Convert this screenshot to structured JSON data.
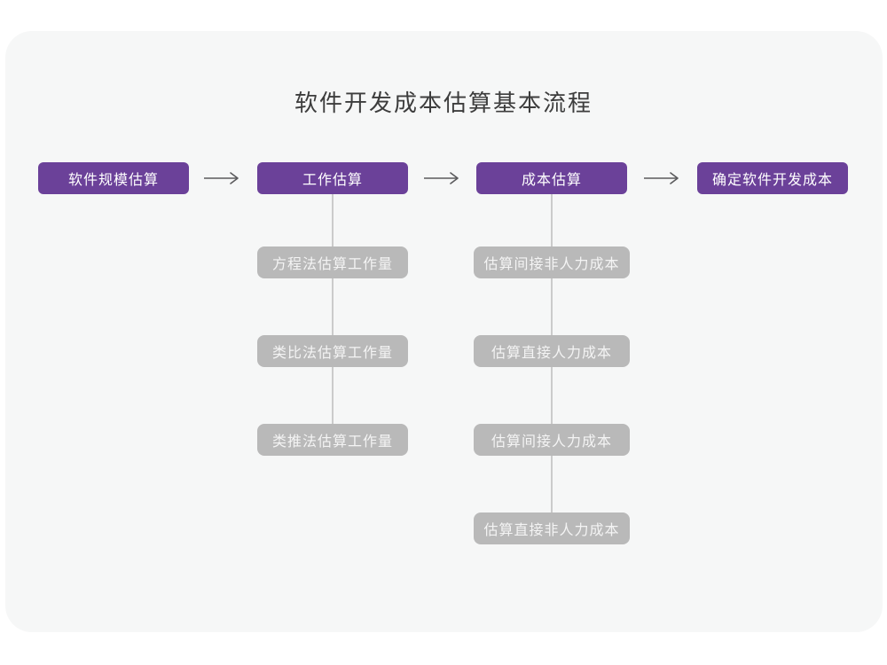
{
  "title": "软件开发成本估算基本流程",
  "colors": {
    "accent_purple": "#6b4199",
    "sub_box_gray": "#b9b9b9",
    "card_background": "#f6f7f7",
    "connector_line": "#cbcbcb",
    "arrow": "#5a5a5c"
  },
  "flow": {
    "main_steps": [
      {
        "label": "软件规模估算"
      },
      {
        "label": "工作估算"
      },
      {
        "label": "成本估算"
      },
      {
        "label": "确定软件开发成本"
      }
    ],
    "work_estimation_methods": [
      {
        "label": "方程法估算工作量"
      },
      {
        "label": "类比法估算工作量"
      },
      {
        "label": "类推法估算工作量"
      }
    ],
    "cost_estimation_steps": [
      {
        "label": "估算间接非人力成本"
      },
      {
        "label": "估算直接人力成本"
      },
      {
        "label": "估算间接人力成本"
      },
      {
        "label": "估算直接非人力成本"
      }
    ]
  }
}
